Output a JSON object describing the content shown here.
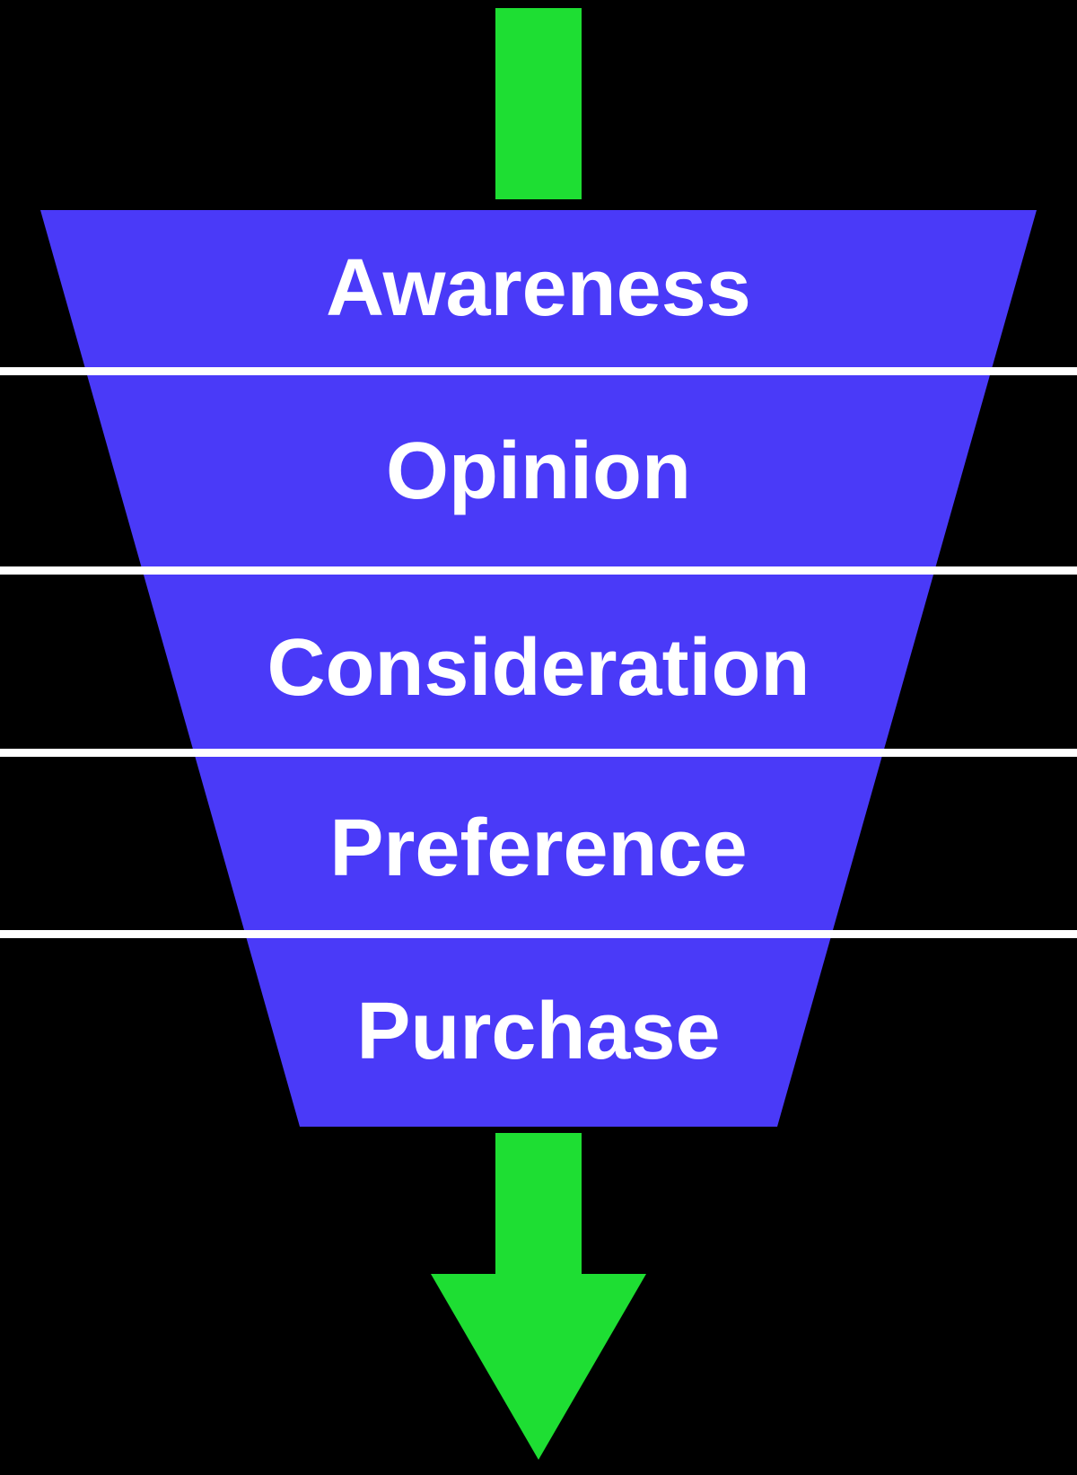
{
  "diagram": {
    "stages": [
      {
        "label": "Awareness"
      },
      {
        "label": "Opinion"
      },
      {
        "label": "Consideration"
      },
      {
        "label": "Preference"
      },
      {
        "label": "Purchase"
      }
    ],
    "icons": {
      "top_arrow": "down-arrow-inflow",
      "bottom_arrow": "down-arrow-outflow"
    },
    "colors": {
      "background": "#000000",
      "funnel": "#4A3AF8",
      "arrow": "#1EDE33",
      "separator": "#FFFFFF",
      "label_text": "#FFFFFF"
    }
  }
}
